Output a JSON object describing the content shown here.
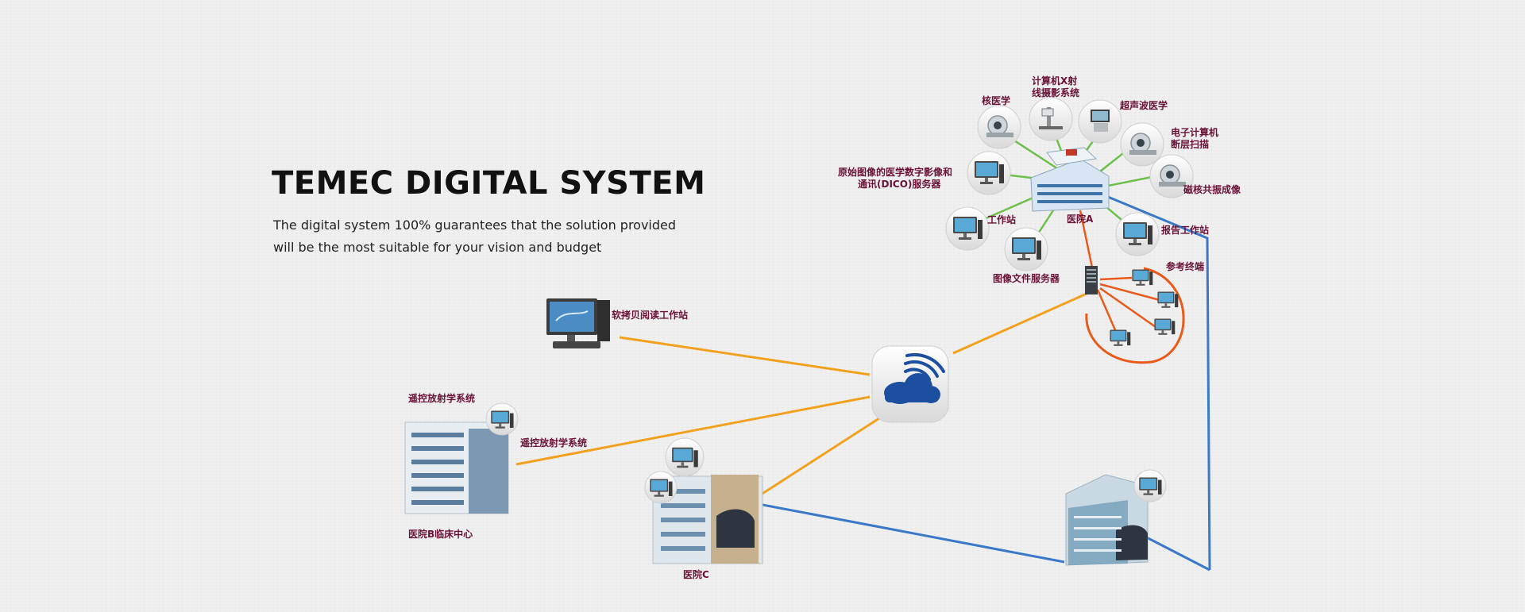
{
  "title": "TEMEC DIGITAL SYSTEM",
  "subtitle": [
    "The digital system 100% guarantees that the solution provided",
    "will be the most suitable for your vision and budget"
  ],
  "labels": {
    "nuclear_medicine": "核医学",
    "cr_line1": "计算机X射",
    "cr_line2": "线摄影系统",
    "ultrasound": "超声波医学",
    "ct_line1": "电子计算机",
    "ct_line2": "断层扫描",
    "dicom_line1": "原始图像的医学数字影像和",
    "dicom_line2": "通讯(DICO)服务器",
    "mri": "磁核共振成像",
    "workstation": "工作站",
    "hospital_a": "医院A",
    "report_workstation": "报告工作站",
    "reference_terminal": "参考终端",
    "image_file_server": "图像文件服务器",
    "softcopy_workstation": "软拷贝阅读工作站",
    "teleradiology_1": "遥控放射学系统",
    "teleradiology_2": "遥控放射学系统",
    "hospital_b": "医院B临床中心",
    "hospital_c": "医院C"
  },
  "colors": {
    "label": "#6a1237",
    "link_orange": "#f2a11f",
    "link_blue": "#3a78c8",
    "link_green": "#6cc04a",
    "link_red": "#ea5a1c",
    "cloud": "#1d4fa0"
  }
}
